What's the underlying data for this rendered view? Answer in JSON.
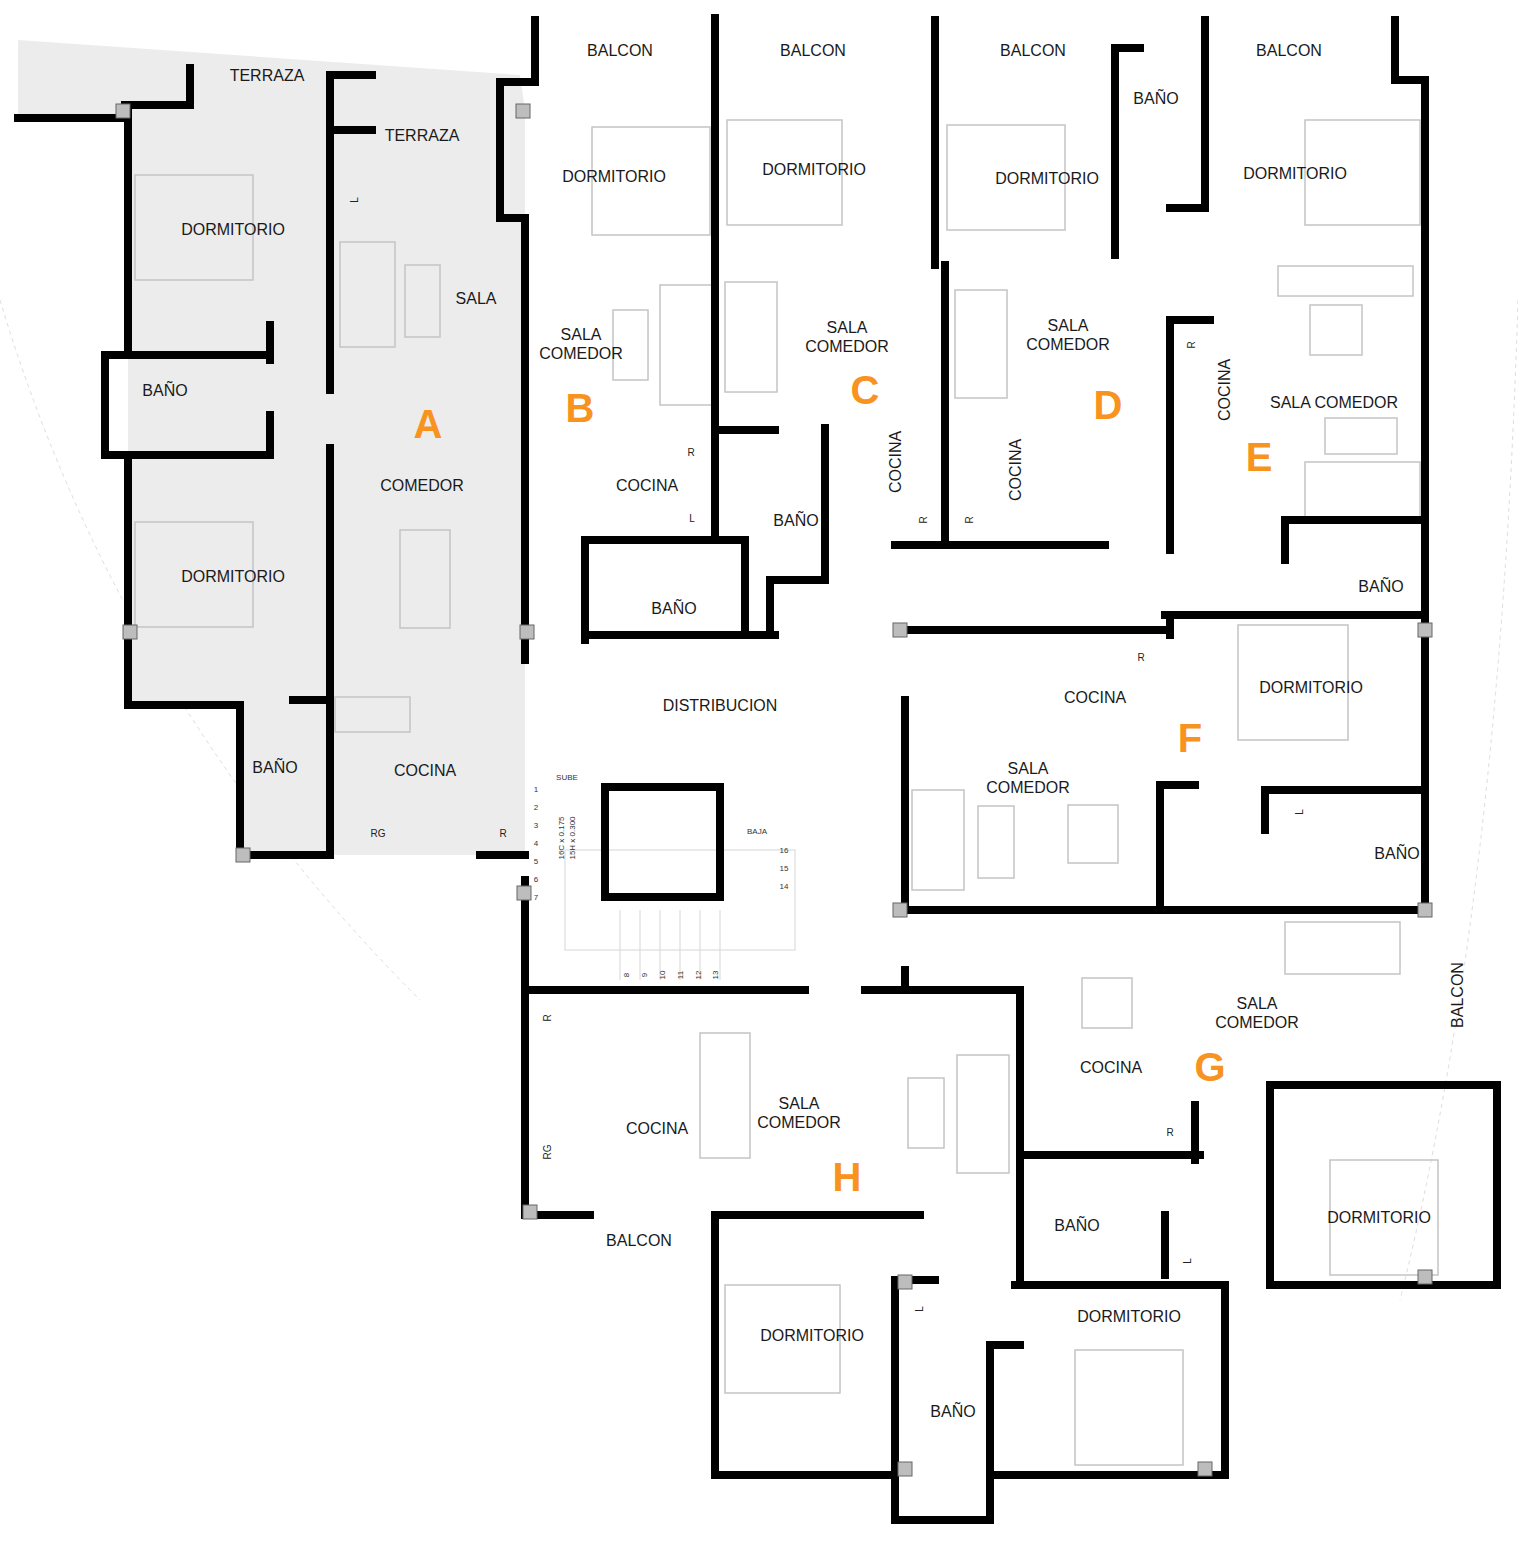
{
  "diagram": {
    "labels": [
      "TERRAZA",
      "TERRAZA",
      "L",
      "BALCON",
      "BALCON",
      "BALCON",
      "BALCON",
      "BAÑO",
      "DORMITORIO",
      "DORMITORIO",
      "DORMITORIO",
      "DORMITORIO",
      "DORMITORIO",
      "SALA",
      "SALA COMEDOR",
      "SALA COMEDOR",
      "SALA COMEDOR",
      "R",
      "COCINA",
      "BAÑO",
      "SALA COMEDOR",
      "C",
      "D",
      "B",
      "A",
      "R",
      "E",
      "COCINA",
      "COCINA",
      "COCINA",
      "COMEDOR",
      "L",
      "R",
      "R",
      "BAÑO",
      "DORMITORIO",
      "BAÑO",
      "BAÑO",
      "R",
      "DORMITORIO",
      "COCINA",
      "DISTRIBUCION",
      "F",
      "BAÑO",
      "COCINA",
      "SUBE",
      "SALA COMEDOR",
      "L",
      "BAJA",
      "RG",
      "R",
      "16C x 0.175",
      "15H x 0.300",
      "BAÑO",
      "1",
      "2",
      "3",
      "4",
      "5",
      "6",
      "7",
      "16",
      "15",
      "14",
      "8",
      "9",
      "10",
      "11",
      "12",
      "13",
      "BALCON",
      "SALA COMEDOR",
      "R",
      "COCINA",
      "G",
      "SALA COMEDOR",
      "COCINA",
      "R",
      "RG",
      "H",
      "DORMITORIO",
      "BAÑO",
      "BALCON",
      "L",
      "L",
      "DORMITORIO",
      "DORMITORIO",
      "BAÑO"
    ]
  }
}
